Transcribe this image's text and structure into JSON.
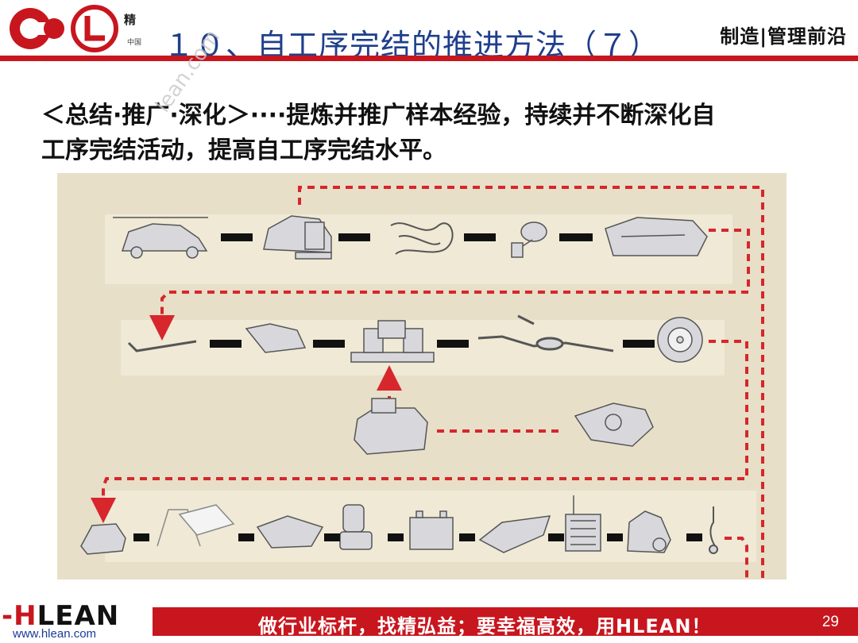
{
  "header": {
    "logo_mini_top": "精",
    "logo_mini_bottom": "中国",
    "title": "１０、自工序完结的推进方法（７）",
    "tag": "制造|管理前沿"
  },
  "body": {
    "line1": "＜总结·推广·深化＞····提炼并推广样本经验，持续并不断深化自",
    "line2": "工序完结活动，提高自工序完结水平。",
    "watermark": "lean.com"
  },
  "footer": {
    "logo_prefix": "-H",
    "logo_suffix": "LEAN",
    "url": "www.hlean.com",
    "slogan": "做行业标杆，找精弘益；要幸福高效，用HLEAN！",
    "page": "29"
  },
  "colors": {
    "brand_red": "#c8161e",
    "title_blue": "#1f3f8c",
    "diagram_bg": "#e7dfc8",
    "route_red": "#d7262c"
  }
}
